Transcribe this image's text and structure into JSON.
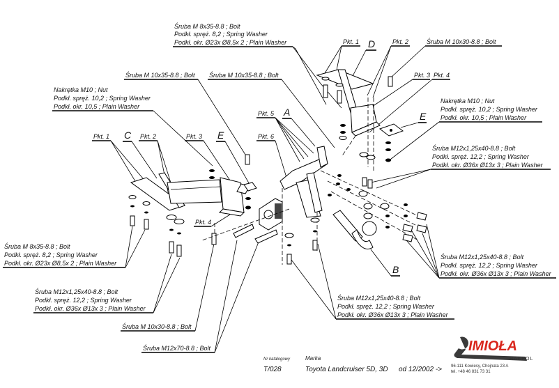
{
  "labels": {
    "topleft_block": [
      "Śruba M 8x35-8.8 ;  Bolt",
      "Podkł. spręż. 8,2 ; Spring Washer",
      "Podkł. okr.  Ø23x Ø8,5x 2 ; Plain Washer"
    ],
    "top_right_bolt": "Śruba M 10x30-8.8 ;  Bolt",
    "bolt_m10x35_a": "Śruba M 10x35-8.8 ;  Bolt",
    "bolt_m10x35_b": "Śruba M 10x35-8.8 ;  Bolt",
    "nut_left_block": [
      "Nakrętka  M10 ; Nut",
      "Podkł. spręż. 10,2 ; Spring Washer",
      "Podkł. okr. 10,5 ; Plain Washer"
    ],
    "nut_right_block": [
      "Nakrętka  M10 ; Nut",
      "Podkł. spręż. 10,2 ; Spring Washer",
      "Podkł. okr. 10,5 ; Plain Washer"
    ],
    "m12_right_top_block": [
      "Śruba M12x1,25x40-8.8 ;  Bolt",
      "Podkł. spręż. 12,2 ; Spring Washer",
      "Podkł. okr.  Ø36x Ø13x 3 ; Plain Washer"
    ],
    "m12_right_bottom_block": [
      "Śruba M12x1,25x40-8.8 ;  Bolt",
      "Podkł. spręż. 12,2 ; Spring Washer",
      "Podkł. okr.  Ø36x Ø13x 3 ; Plain Washer"
    ],
    "m8_left_block": [
      "Śruba M 8x35-8.8 ;  Bolt",
      "Podkł. spręż. 8,2 ; Spring Washer",
      "Podkł. okr.  Ø23x Ø8,5x 2 ; Plain Washer"
    ],
    "m12_left_block": [
      "Śruba M12x1,25x40-8.8 ;  Bolt",
      "Podkł. spręż. 12,2 ; Spring Washer",
      "Podkł. okr.  Ø36x Ø13x 3 ; Plain Washer"
    ],
    "m12_center_block": [
      "Śruba M12x1,25x40-8.8 ;  Bolt",
      "Podkł. spręż. 12,2 ; Spring Washer",
      "Podkł. okr.  Ø36x Ø13x 3 ; Plain Washer"
    ],
    "bolt_m10x30_bottom": "Śruba M 10x30-8.8 ;  Bolt",
    "bolt_m12x70": "Śruba M12x70-8.8 ;  Bolt"
  },
  "points": {
    "pkt1_top": "Pkt. 1",
    "pkt2_top": "Pkt. 2",
    "pkt3_top": "Pkt. 3",
    "pkt4_top": "Pkt. 4",
    "pkt1_left": "Pkt. 1",
    "pkt2_left": "Pkt. 2",
    "pkt3_left": "Pkt. 3",
    "pkt4_left": "Pkt. 4",
    "pkt5": "Pkt. 5",
    "pkt6": "Pkt. 6"
  },
  "parts": {
    "A": "A",
    "B": "B",
    "C": "C",
    "D": "D",
    "E_top": "E",
    "E_left": "E"
  },
  "footer": {
    "catalog_caption": "Nr katalogowy",
    "catalog_number": "T/028",
    "make_caption": "Marka",
    "make_value": "Toyota Landcruiser 5D, 3D",
    "date_range": "od 12/2002 ->",
    "brand": "IMIOŁA",
    "brand_sub": "HAKPOL",
    "brand_color": "#d9261c",
    "address": "96-111 Kowiesy, Chojnata 23 A",
    "phone": "tel. +48 46 831 73 31"
  }
}
